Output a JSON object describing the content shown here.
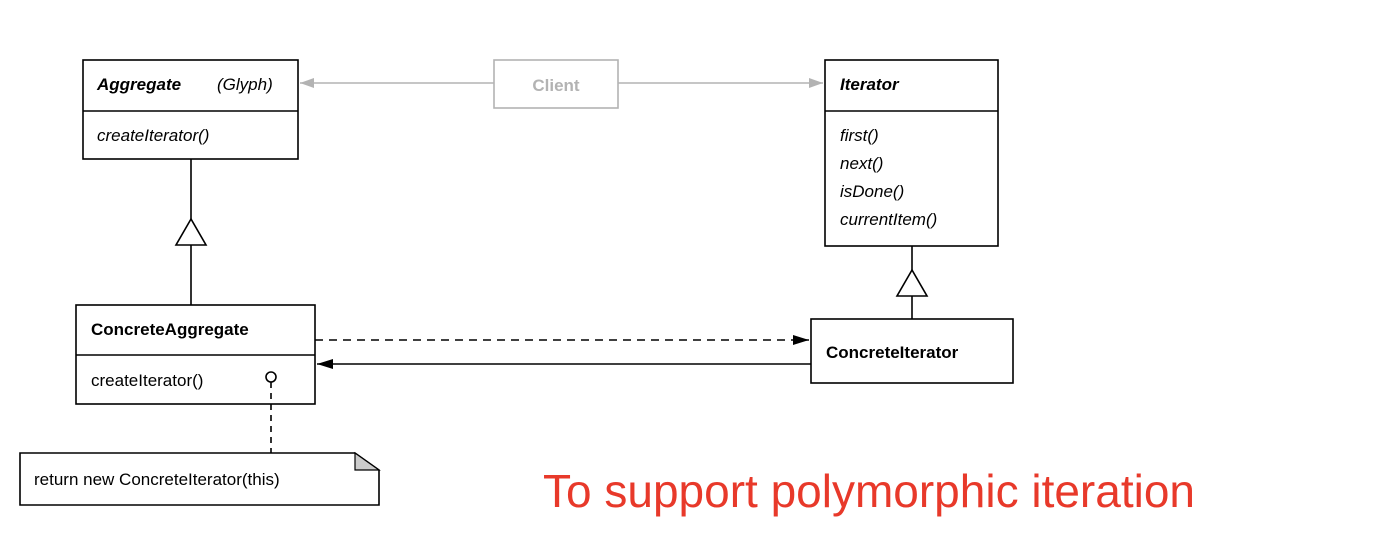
{
  "classes": {
    "aggregate": {
      "name": "Aggregate",
      "tag": "(Glyph)",
      "operations": [
        "createIterator()"
      ]
    },
    "client": {
      "name": "Client"
    },
    "iterator": {
      "name": "Iterator",
      "operations": [
        "first()",
        "next()",
        "isDone()",
        "currentItem()"
      ]
    },
    "concrete_aggregate": {
      "name": "ConcreteAggregate",
      "operations": [
        "createIterator()"
      ]
    },
    "concrete_iterator": {
      "name": "ConcreteIterator"
    }
  },
  "note": {
    "text": "return new ConcreteIterator(this)"
  },
  "caption": {
    "text": "To support polymorphic iteration"
  },
  "colors": {
    "line": "#000000",
    "client": "#b3b3b3",
    "caption": "#e8392a",
    "note_fold": "#cccccc"
  }
}
